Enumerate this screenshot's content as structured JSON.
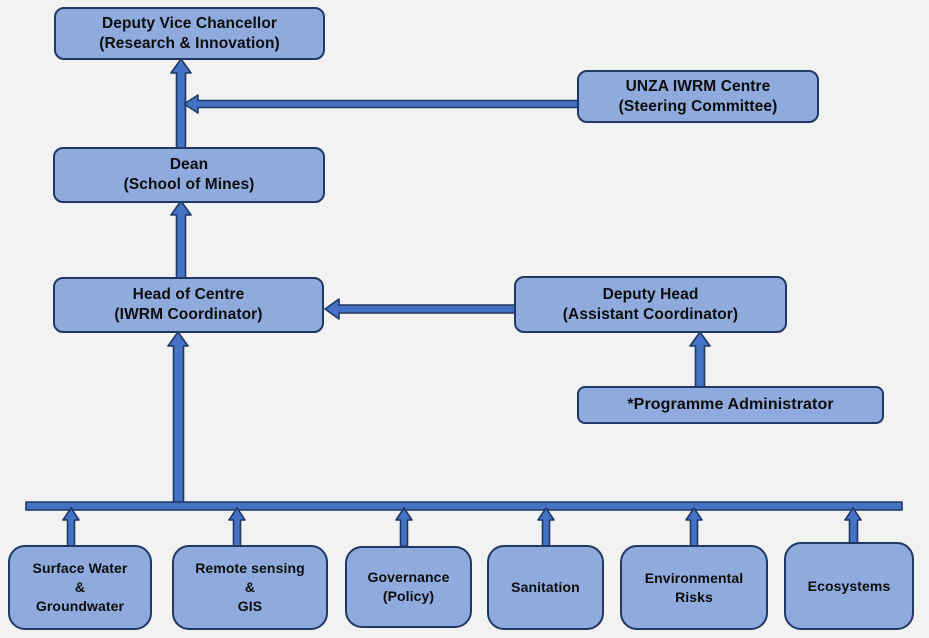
{
  "colors": {
    "background": "#F2F2F2",
    "box_fill": "#8FAADC",
    "box_border": "#1F3864",
    "arrow_fill": "#4472C4",
    "arrow_border": "#1F3864",
    "text": "#0D0D0D"
  },
  "org_chart": {
    "nodes": {
      "dvc": {
        "line1": "Deputy Vice Chancellor",
        "line2": "(Research & Innovation)"
      },
      "unza": {
        "line1": "UNZA IWRM Centre",
        "line2": "(Steering Committee)"
      },
      "dean": {
        "line1": "Dean",
        "line2": "(School of Mines)"
      },
      "head": {
        "line1": "Head of Centre",
        "line2": "(IWRM Coordinator)"
      },
      "deputy_head": {
        "line1": "Deputy Head",
        "line2": "(Assistant Coordinator)"
      },
      "programme_admin": {
        "line1": "*Programme Administrator"
      },
      "surface_water": {
        "line1": "Surface Water",
        "line2": "&",
        "line3": "Groundwater"
      },
      "remote_sensing": {
        "line1": "Remote sensing",
        "line2": "&",
        "line3": "GIS"
      },
      "governance": {
        "line1": "Governance",
        "line2": "(Policy)"
      },
      "sanitation": {
        "line1": "Sanitation"
      },
      "environmental": {
        "line1": "Environmental",
        "line2": "Risks"
      },
      "ecosystems": {
        "line1": "Ecosystems"
      }
    }
  }
}
